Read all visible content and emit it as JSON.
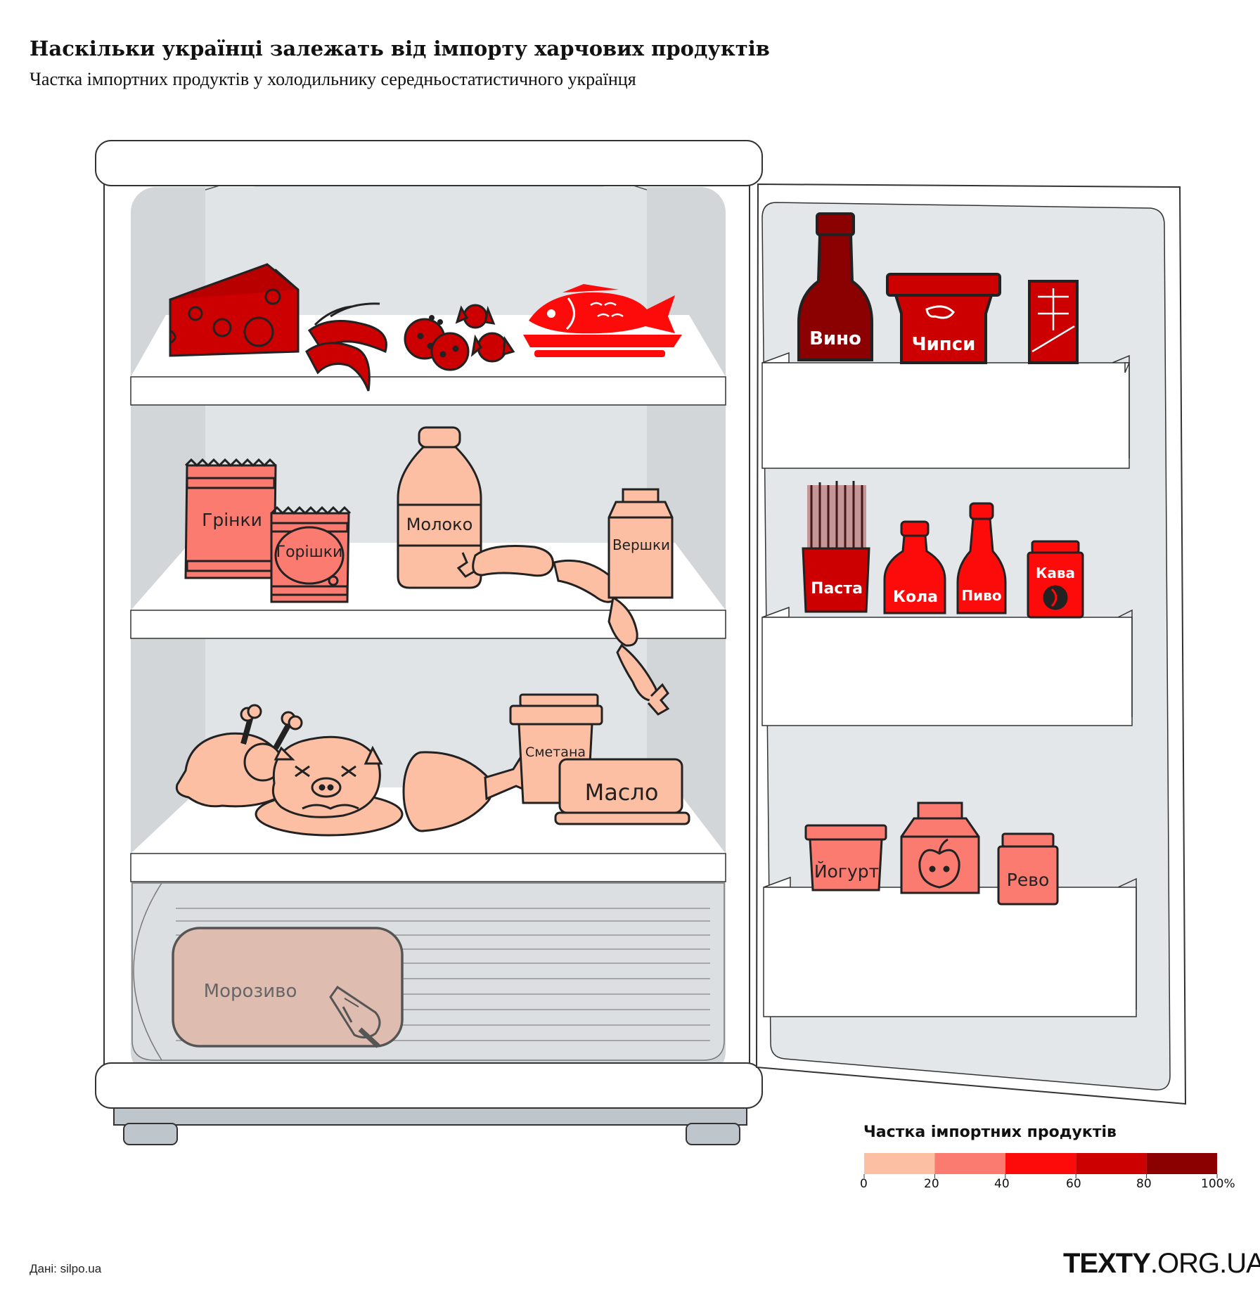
{
  "header": {
    "title": "Наскільки українці залежать від імпорту харчових продуктів",
    "subtitle": "Частка імпортних продуктів у холодильнику середньостатистичного українця"
  },
  "legend": {
    "title": "Частка імпортних продуктів",
    "ticks": [
      "0",
      "20",
      "40",
      "60",
      "80",
      "100%"
    ],
    "bins": [
      {
        "range": [
          0,
          20
        ],
        "color": "#fcbfa4"
      },
      {
        "range": [
          20,
          40
        ],
        "color": "#fb7b70"
      },
      {
        "range": [
          40,
          60
        ],
        "color": "#fd0a0a"
      },
      {
        "range": [
          60,
          80
        ],
        "color": "#cc0000"
      },
      {
        "range": [
          80,
          100
        ],
        "color": "#8b0000"
      }
    ]
  },
  "products": {
    "cheese": {
      "icon": "cheese-icon",
      "bin": 3
    },
    "shrimp": {
      "icon": "shrimp-icon",
      "bin": 3
    },
    "candy": {
      "icon": "candy-icon",
      "bin": 3
    },
    "fish": {
      "icon": "fish-icon",
      "bin": 2
    },
    "grinky": {
      "label": "Грінки",
      "bin": 1
    },
    "horishky": {
      "label": "Горішки",
      "bin": 1
    },
    "moloko": {
      "label": "Молоко",
      "bin": 0
    },
    "vershky": {
      "label": "Вершки",
      "bin": 0
    },
    "sausage": {
      "icon": "sausage-icon",
      "bin": 0
    },
    "chicken": {
      "icon": "chicken-icon",
      "bin": 0
    },
    "pork": {
      "icon": "pig-icon",
      "bin": 0
    },
    "ham": {
      "icon": "ham-icon",
      "bin": 0
    },
    "smetana": {
      "label": "Сметана",
      "bin": 0
    },
    "maslo": {
      "label": "Масло",
      "bin": 0
    },
    "morozyvo": {
      "label": "Морозиво",
      "bin": 0
    },
    "vyno": {
      "label": "Вино",
      "bin": 4
    },
    "chypsy": {
      "label": "Чипси",
      "bin": 3
    },
    "chocolate": {
      "icon": "chocolate-icon",
      "bin": 3
    },
    "pasta": {
      "label": "Паста",
      "bin": 3
    },
    "kola": {
      "label": "Кола",
      "bin": 2
    },
    "pyvo": {
      "label": "Пиво",
      "bin": 2
    },
    "kava": {
      "label": "Кава",
      "bin": 2
    },
    "yohurt": {
      "label": "Йогурт",
      "bin": 1
    },
    "juice": {
      "icon": "apple-icon",
      "bin": 1
    },
    "revo": {
      "label": "Рево",
      "bin": 1
    }
  },
  "footer": {
    "source": "Дані: silpo.ua",
    "brand_bold": "TEXTY",
    "brand_rest": ".ORG.UA"
  }
}
